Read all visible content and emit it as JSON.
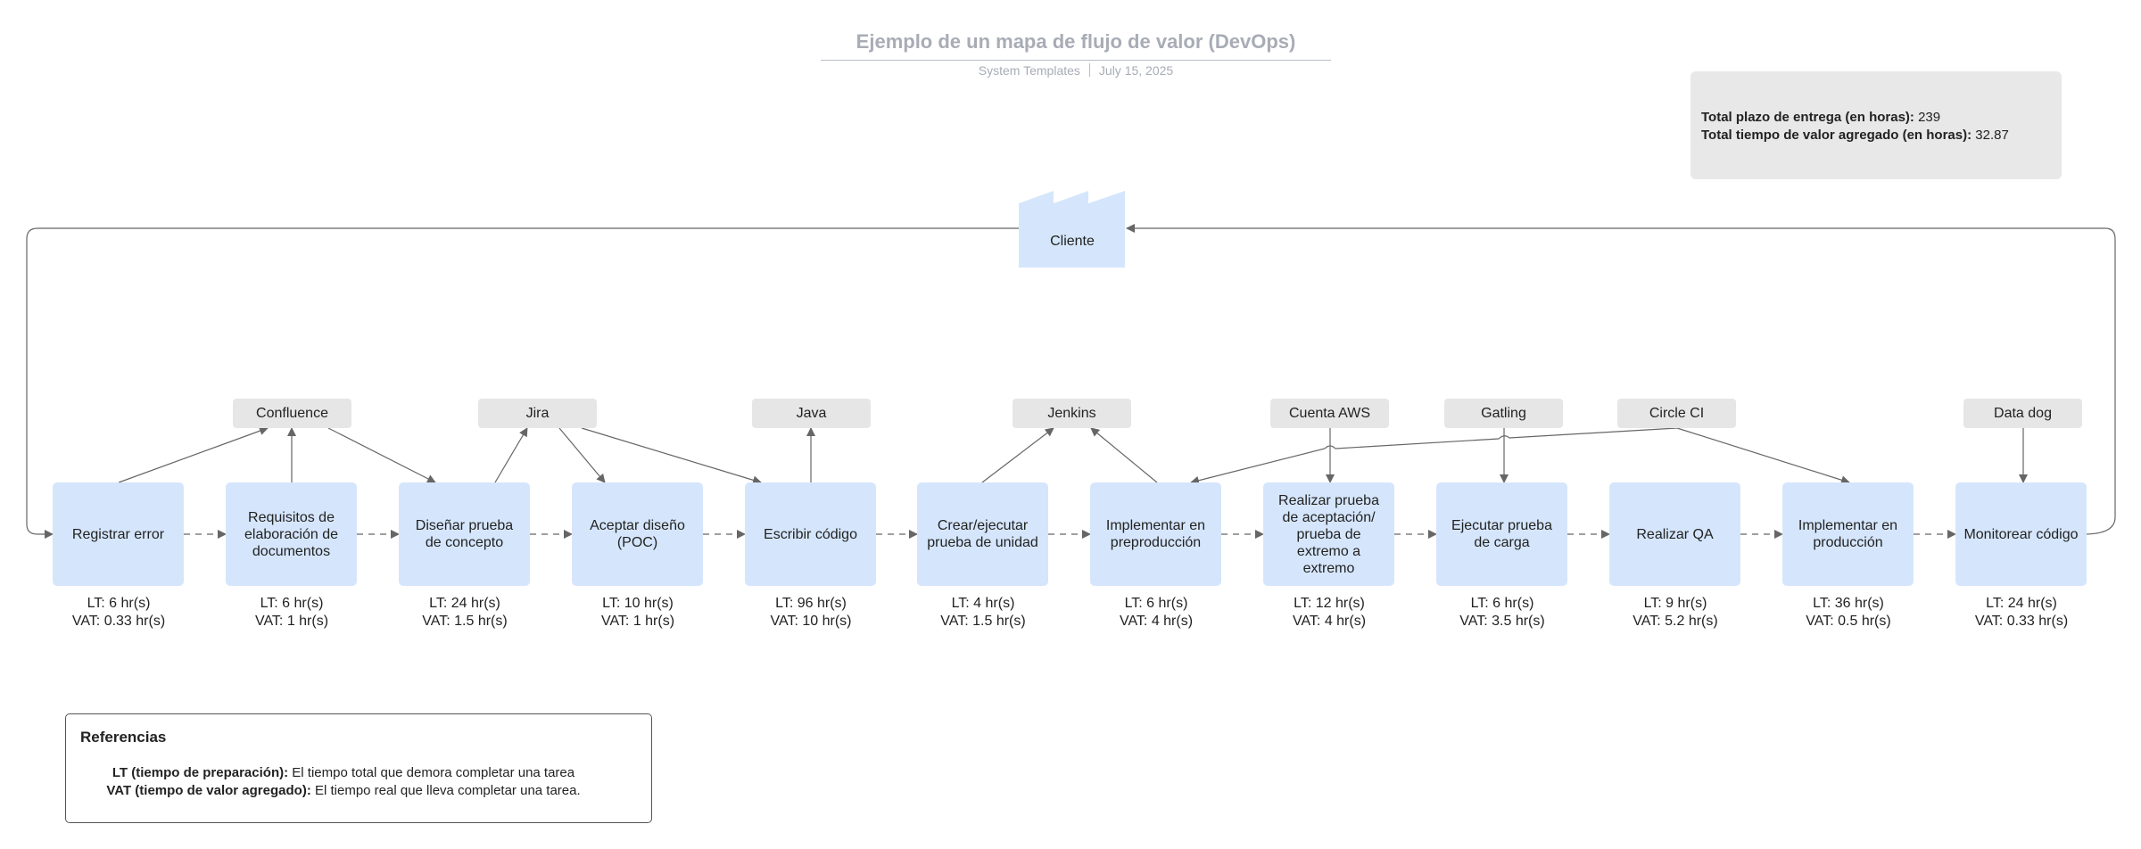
{
  "header": {
    "title": "Ejemplo de un mapa de flujo de valor (DevOps)",
    "source": "System Templates",
    "date": "July 15, 2025"
  },
  "totals": {
    "lead_label": "Total plazo de entrega (en horas):",
    "lead_value": "239",
    "vat_label": "Total tiempo de valor agregado (en horas):",
    "vat_value": "32.87"
  },
  "customer": {
    "label": "Cliente"
  },
  "steps": [
    {
      "label": "Registrar error",
      "lt": "LT: 6 hr(s)",
      "vat": "VAT: 0.33 hr(s)"
    },
    {
      "label": "Requisitos de elaboración de documentos",
      "lt": "LT: 6 hr(s)",
      "vat": "VAT: 1 hr(s)"
    },
    {
      "label": "Diseñar prueba de concepto",
      "lt": "LT: 24 hr(s)",
      "vat": "VAT: 1.5 hr(s)"
    },
    {
      "label": "Aceptar diseño (POC)",
      "lt": "LT: 10 hr(s)",
      "vat": "VAT: 1 hr(s)"
    },
    {
      "label": "Escribir código",
      "lt": "LT: 96 hr(s)",
      "vat": "VAT: 10 hr(s)"
    },
    {
      "label": "Crear/ejecutar prueba de unidad",
      "lt": "LT: 4 hr(s)",
      "vat": "VAT: 1.5 hr(s)"
    },
    {
      "label": "Implementar en preproducción",
      "lt": "LT: 6 hr(s)",
      "vat": "VAT: 4 hr(s)"
    },
    {
      "label": "Realizar prueba de aceptación/ prueba de extremo a extremo",
      "lt": "LT: 12 hr(s)",
      "vat": "VAT: 4 hr(s)"
    },
    {
      "label": "Ejecutar prueba de carga",
      "lt": "LT: 6 hr(s)",
      "vat": "VAT: 3.5 hr(s)"
    },
    {
      "label": "Realizar QA",
      "lt": "LT: 9 hr(s)",
      "vat": "VAT: 5.2 hr(s)"
    },
    {
      "label": "Implementar en producción",
      "lt": "LT: 36 hr(s)",
      "vat": "VAT: 0.5 hr(s)"
    },
    {
      "label": "Monitorear código",
      "lt": "LT: 24 hr(s)",
      "vat": "VAT: 0.33 hr(s)"
    }
  ],
  "tools": [
    {
      "label": "Confluence"
    },
    {
      "label": "Jira"
    },
    {
      "label": "Java"
    },
    {
      "label": "Jenkins"
    },
    {
      "label": "Cuenta AWS"
    },
    {
      "label": "Gatling"
    },
    {
      "label": "Circle CI"
    },
    {
      "label": "Data dog"
    }
  ],
  "legend": {
    "title": "Referencias",
    "lt_term": "LT (tiempo de preparación):",
    "lt_desc": "El tiempo total que demora completar una tarea",
    "vat_term": "VAT (tiempo de valor agregado):",
    "vat_desc": "El tiempo real que lleva completar una tarea."
  },
  "colors": {
    "step_fill": "#d5e6fc",
    "tool_fill": "#e6e6e6",
    "title": "#a7acb5",
    "connector": "#666666"
  }
}
